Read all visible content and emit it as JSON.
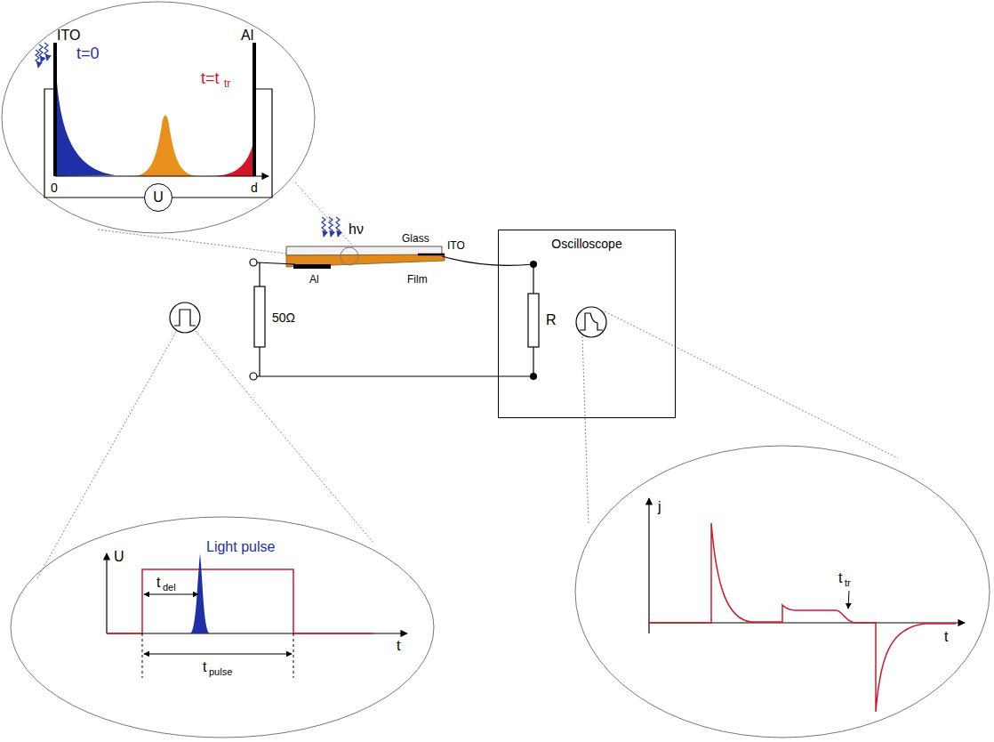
{
  "diagram": {
    "nodes": [
      {
        "text": [
          "U"
        ]
      },
      {
        "text": [
          "Oscilloscope"
        ]
      }
    ],
    "labels": [
      "ITO",
      "Al",
      "t=0",
      "t=t",
      "tr",
      "0",
      "d",
      "hν",
      "Glass",
      "ITO",
      "Al",
      "Film",
      "50Ω",
      "R",
      "Light pulse",
      "U",
      "t",
      "del",
      "t",
      "pulse",
      "t",
      "j",
      "t",
      "tr",
      "t"
    ]
  }
}
